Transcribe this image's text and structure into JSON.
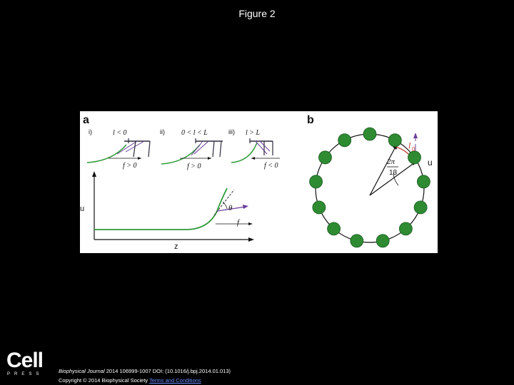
{
  "page": {
    "title": "Figure 2"
  },
  "figure": {
    "panel_a": {
      "label": "a",
      "insets": [
        {
          "roman": "i)",
          "condition": "l < 0",
          "force": "f > 0"
        },
        {
          "roman": "ii)",
          "condition": "0 < l < L",
          "force": "f > 0"
        },
        {
          "roman": "iii)",
          "condition": "l > L",
          "force": "f < 0"
        }
      ],
      "ylabel": "u",
      "xlabel": "z",
      "angle_label": "θ",
      "force_label": "f"
    },
    "panel_b": {
      "label": "b",
      "angle_num": "2π",
      "angle_den": "13",
      "length_label": "l",
      "length_sub": "0",
      "u_label": "u",
      "bead_count": 13
    },
    "colors": {
      "green": "#2e9a3a",
      "bead": "#2e8b32",
      "purple": "#6a3d9a",
      "dark": "#2a2a3a"
    }
  },
  "footer": {
    "logo_word": "Cell",
    "logo_sub": "PRESS",
    "journal": "Biophysical Journal",
    "citation_rest": " 2014 106999-1007 DOI: (10.1016/j.bpj.2014.01.013)",
    "copyright": "Copyright © 2014 Biophysical Society",
    "terms": "Terms and Conditions"
  }
}
